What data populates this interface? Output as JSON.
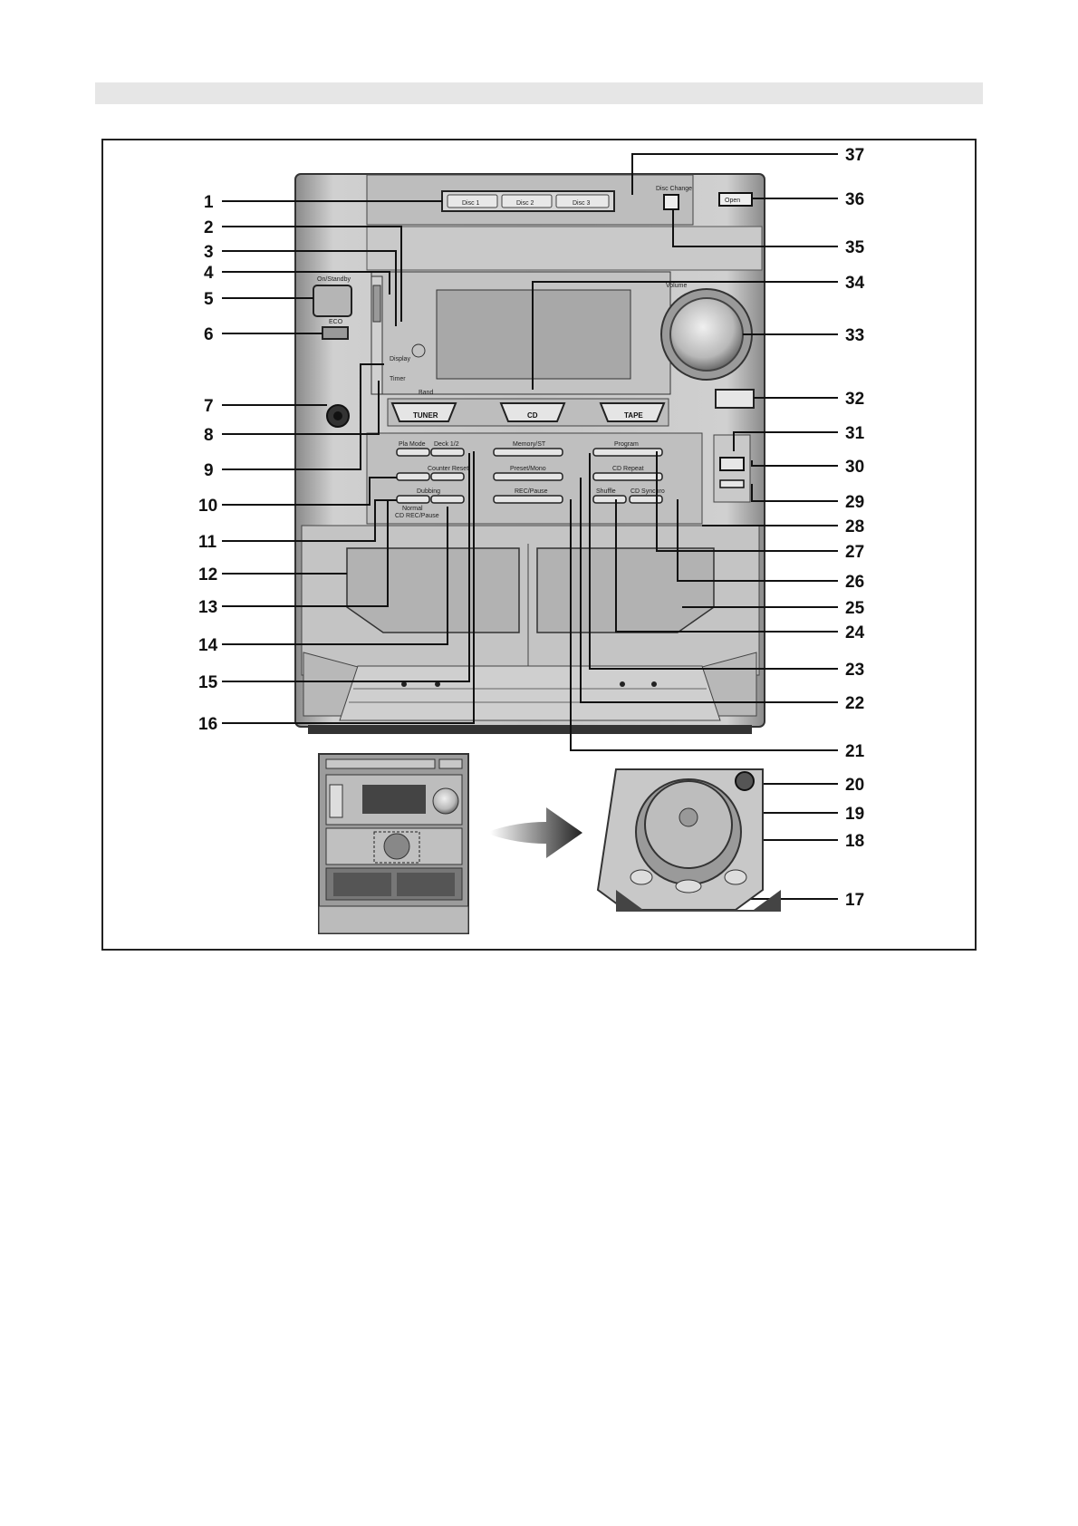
{
  "page": {
    "band_color": "#e6e6e6",
    "frame_color": "#222222"
  },
  "device_labels": {
    "disc1": "Disc 1",
    "disc2": "Disc 2",
    "disc3": "Disc 3",
    "disc_change": "Disc Change",
    "open_close": "Open",
    "on_standby": "On/Standby",
    "eco": "ECO",
    "volume": "Volume",
    "band": "Band",
    "tuner": "TUNER",
    "cd": "CD",
    "tape": "TAPE",
    "play_mode": "Pla Mode",
    "deck": "Deck 1/2",
    "memory": "Memory/ST",
    "program": "Program",
    "counter_reset": "Counter Reset",
    "preset_mono": "Preset/Mono",
    "cd_repeat": "CD Repeat",
    "dubbing": "Dubbing",
    "rec_pause": "REC/Pause",
    "shuffle": "Shuffle",
    "cd_synchro": "CD Synchro",
    "normal_hi": "Normal",
    "normal_hi_sub": "CD REC/Pause",
    "display": "Display",
    "timer": "Timer"
  },
  "callouts_left": [
    "1",
    "2",
    "3",
    "4",
    "5",
    "6",
    "7",
    "8",
    "9",
    "10",
    "11",
    "12",
    "13",
    "14",
    "15",
    "16"
  ],
  "callouts_right": [
    "37",
    "36",
    "35",
    "34",
    "33",
    "32",
    "31",
    "30",
    "29",
    "28",
    "27",
    "26",
    "25",
    "24",
    "23",
    "22",
    "21",
    "20",
    "19",
    "18",
    "17"
  ]
}
